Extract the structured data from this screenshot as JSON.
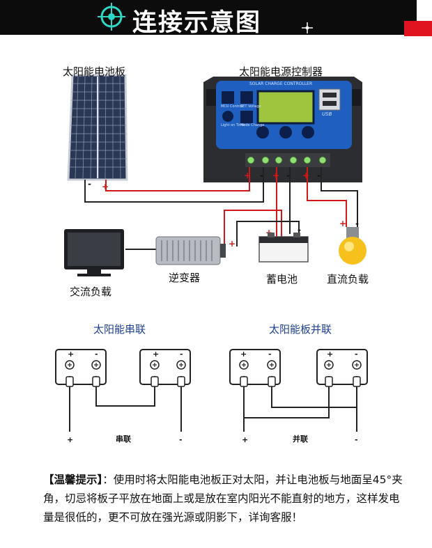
{
  "header": {
    "title": "连接示意图"
  },
  "top_diagram": {
    "solar_panel_label": "太阳能电池板",
    "controller_label": "太阳能电源控制器",
    "controller_faceplate": "SOLAR CHARGE CONTROLLER",
    "controller_buttons": [
      "MCU Control",
      "SET Voltage",
      "Light on Time",
      "Mode Change"
    ],
    "usb_label": "USB",
    "ac_load_label": "交流负载",
    "inverter_label": "逆变器",
    "battery_label": "蓄电池",
    "dc_load_label": "直流负载"
  },
  "series_diagram": {
    "title": "太阳能串联",
    "caption": "串联"
  },
  "parallel_diagram": {
    "title": "太阳能板并联",
    "caption": "并联"
  },
  "tip": {
    "heading": "【温馨提示】",
    "text": "：使用时将太阳能电池板正对太阳，并让电池板与地面呈45°夹角，切忌将板子平放在地面上或是放在室内阳光不能直射的地方，这样发电量是很低的，更不可放在强光源或阴影下，详询客服！"
  },
  "colors": {
    "header_bg": "#0c0c0c",
    "accent_red": "#e0141e",
    "controller_blue": "#1f5fbf",
    "title_blue": "#1c3f92",
    "positive_wire": "#d01818",
    "negative_wire": "#222222"
  }
}
